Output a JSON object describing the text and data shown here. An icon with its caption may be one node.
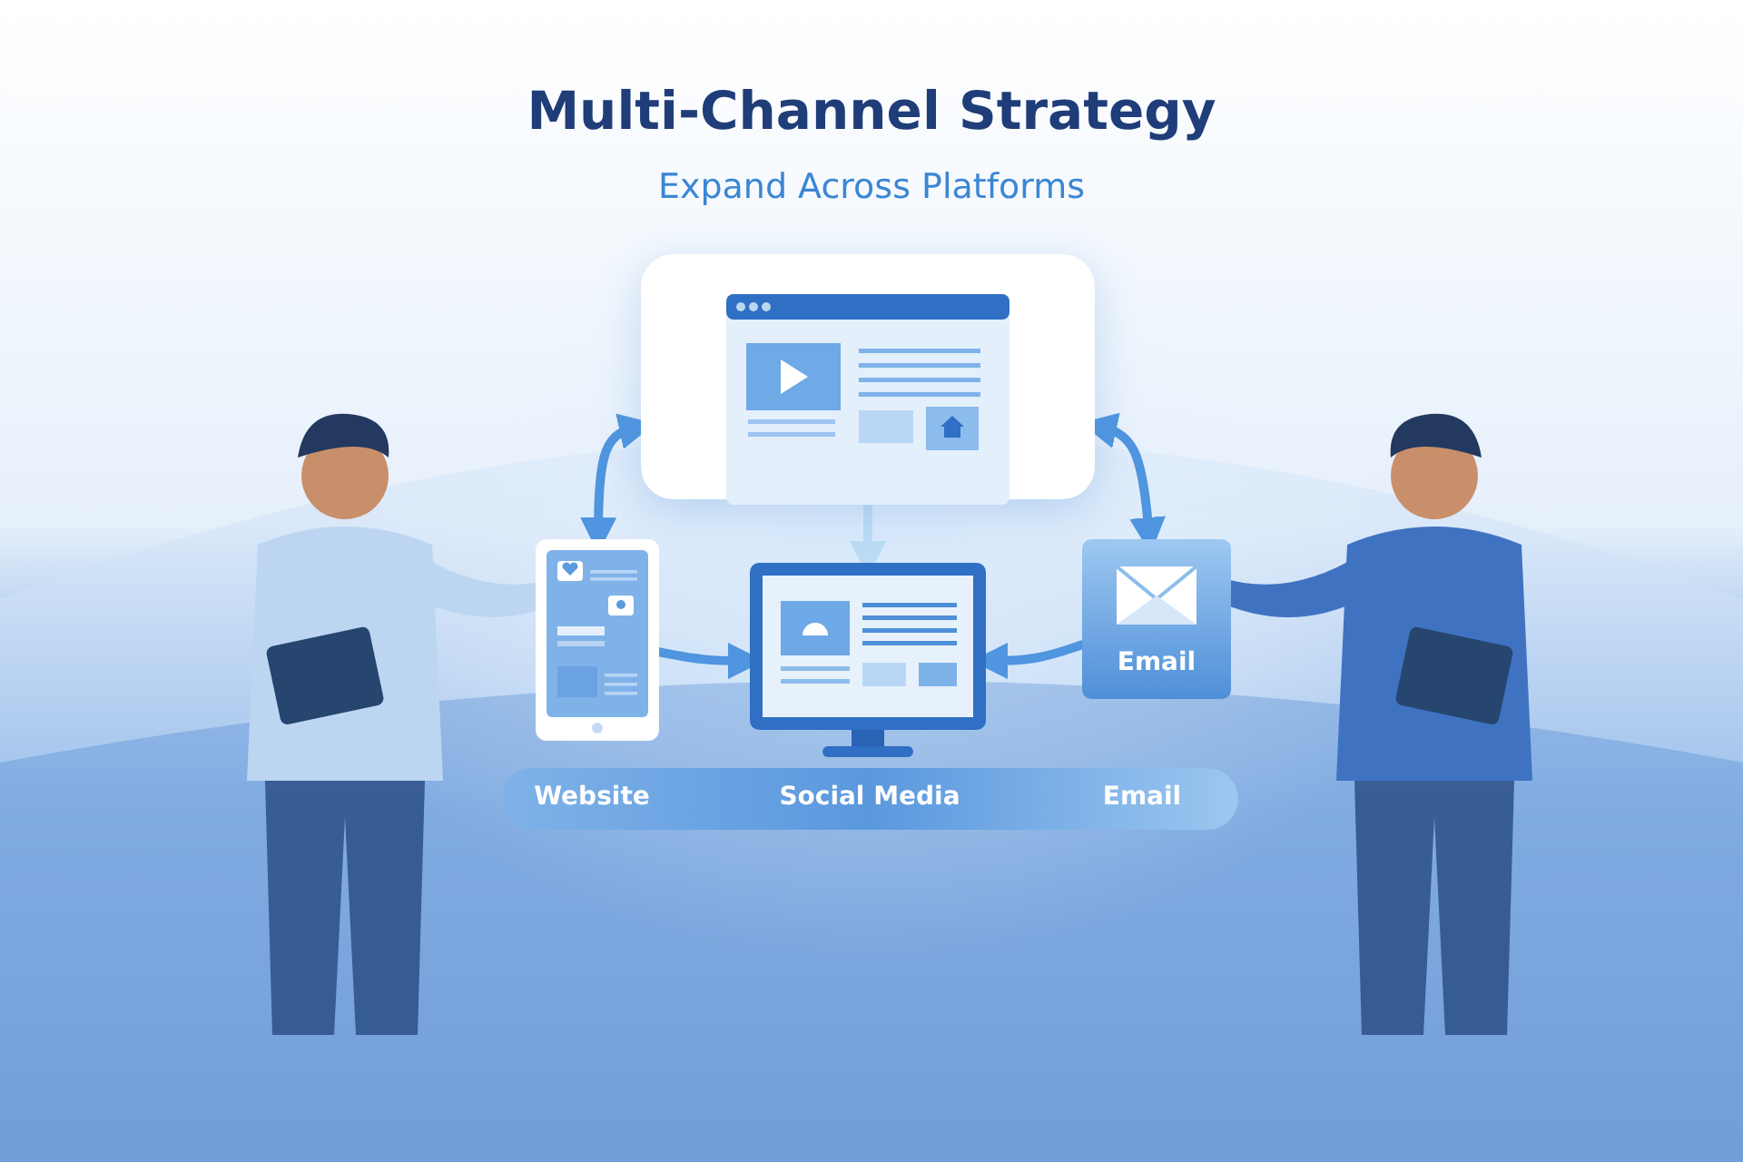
{
  "diagram": {
    "title": "Multi-Channel Strategy",
    "nodes": [
      {
        "text": [],
        "shape": "picture"
      },
      {
        "text": [],
        "shape": "picture"
      },
      {
        "text": [],
        "shape": "picture"
      },
      {
        "text": [
          "Email"
        ]
      },
      {
        "text": [
          "Website",
          "Social Media",
          "Email"
        ]
      }
    ],
    "edges": [
      {
        "from": 0,
        "to": 1,
        "arrow": "both"
      },
      {
        "from": 0,
        "to": 3,
        "arrow": "both"
      },
      {
        "from": 1,
        "to": 2,
        "arrow": "to"
      },
      {
        "from": 3,
        "to": 2,
        "arrow": "to"
      },
      {
        "from": 0,
        "to": 2,
        "arrow": "to",
        "color": "#bcdcf5"
      }
    ],
    "labels": [
      "Expand Across Platforms"
    ]
  }
}
